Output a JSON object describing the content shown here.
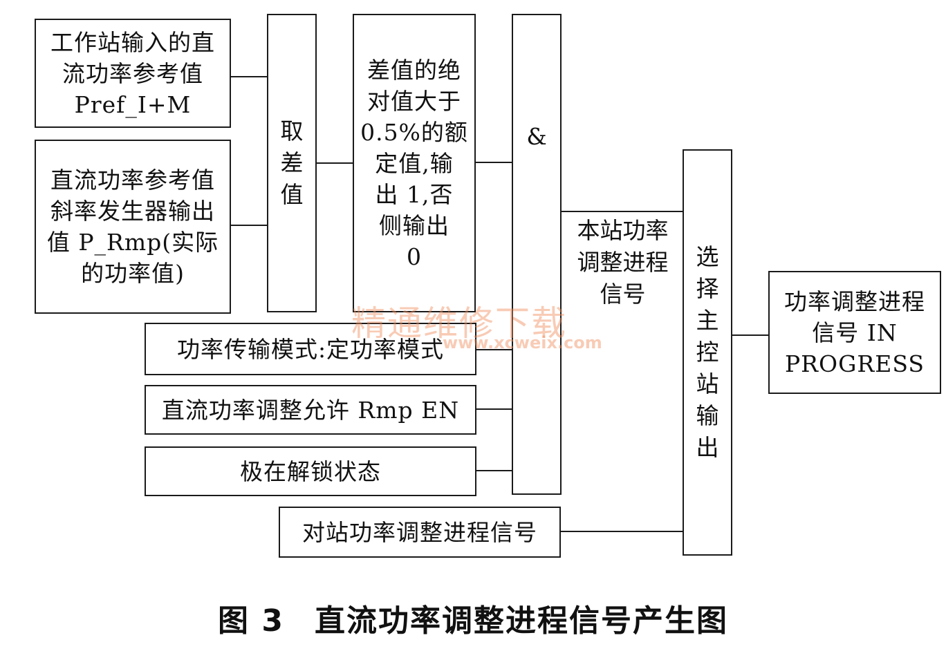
{
  "boxes": {
    "ws_input": "工作站输入的直\n流功率参考值\nPref_I+M",
    "ramp_output": "直流功率参考值\n斜率发生器输出\n值 P_Rmp(实际\n的功率值)",
    "take_diff": "取\n差\n值",
    "abs_diff": "差值的绝\n对值大于\n0.5%的额\n定值,输\n出 1,否\n侧输出\n0",
    "and_gate": "&",
    "transfer_mode": "功率传输模式:定功率模式",
    "rmp_enable": "直流功率调整允许 Rmp EN",
    "pole_deblocked": "极在解锁状态",
    "remote_signal": "对站功率调整进程信号",
    "select_master": "选\n择\n主\n控\n站\n输\n出",
    "output": "功率调整进程\n信号 IN\nPROGRESS"
  },
  "labels": {
    "local_signal": "本站功率\n调整进程\n信号"
  },
  "watermark": {
    "main": "精通维修下载",
    "url": "www.xcweix.com"
  },
  "caption": {
    "figure_no": "图 3",
    "title": "直流功率调整进程信号产生图"
  }
}
